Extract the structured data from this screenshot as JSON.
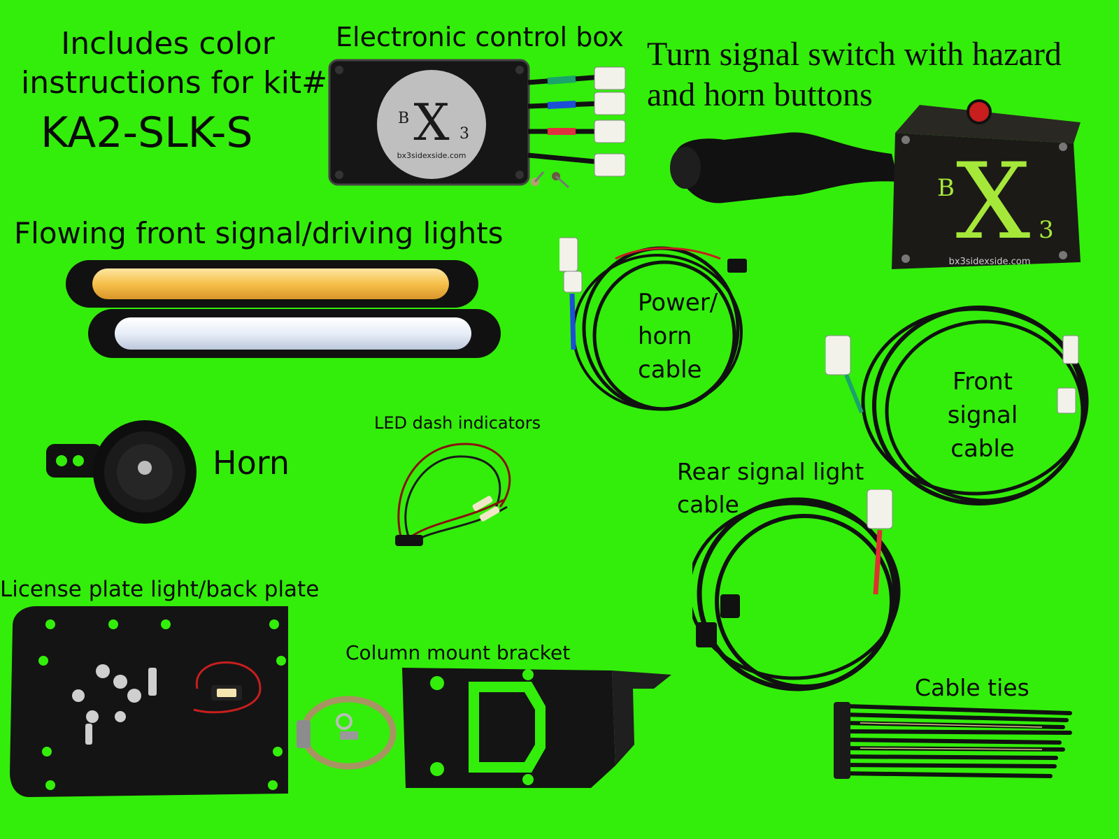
{
  "header": {
    "intro_line1": "Includes color",
    "intro_line2": "instructions for kit#",
    "kit_number": "KA2-SLK-S"
  },
  "items": {
    "control_box": {
      "label": "Electronic control box",
      "brand": "BX3",
      "url": "bx3sidexside.com"
    },
    "switch": {
      "label_line1": "Turn signal switch with hazard",
      "label_line2": "and horn buttons",
      "brand": "BX3",
      "url": "bx3sidexside.com"
    },
    "front_lights": {
      "label": "Flowing front signal/driving lights"
    },
    "power_cable": {
      "label_line1": "Power/",
      "label_line2": "horn",
      "label_line3": "cable"
    },
    "front_cable": {
      "label_line1": "Front",
      "label_line2": "signal",
      "label_line3": "cable"
    },
    "horn": {
      "label": "Horn"
    },
    "dash_indicators": {
      "label": "LED dash indicators"
    },
    "rear_cable": {
      "label_line1": "Rear signal light",
      "label_line2": "cable"
    },
    "license_plate": {
      "label": "License plate light/back plate"
    },
    "column_bracket": {
      "label": "Column mount bracket"
    },
    "cable_ties": {
      "label": "Cable ties"
    }
  },
  "colors": {
    "background": "#33ee0a",
    "hardware_black": "#141414",
    "amber_light": "#f6c04a",
    "white_light": "#e8eef8",
    "logo_green": "#a6e83a"
  }
}
